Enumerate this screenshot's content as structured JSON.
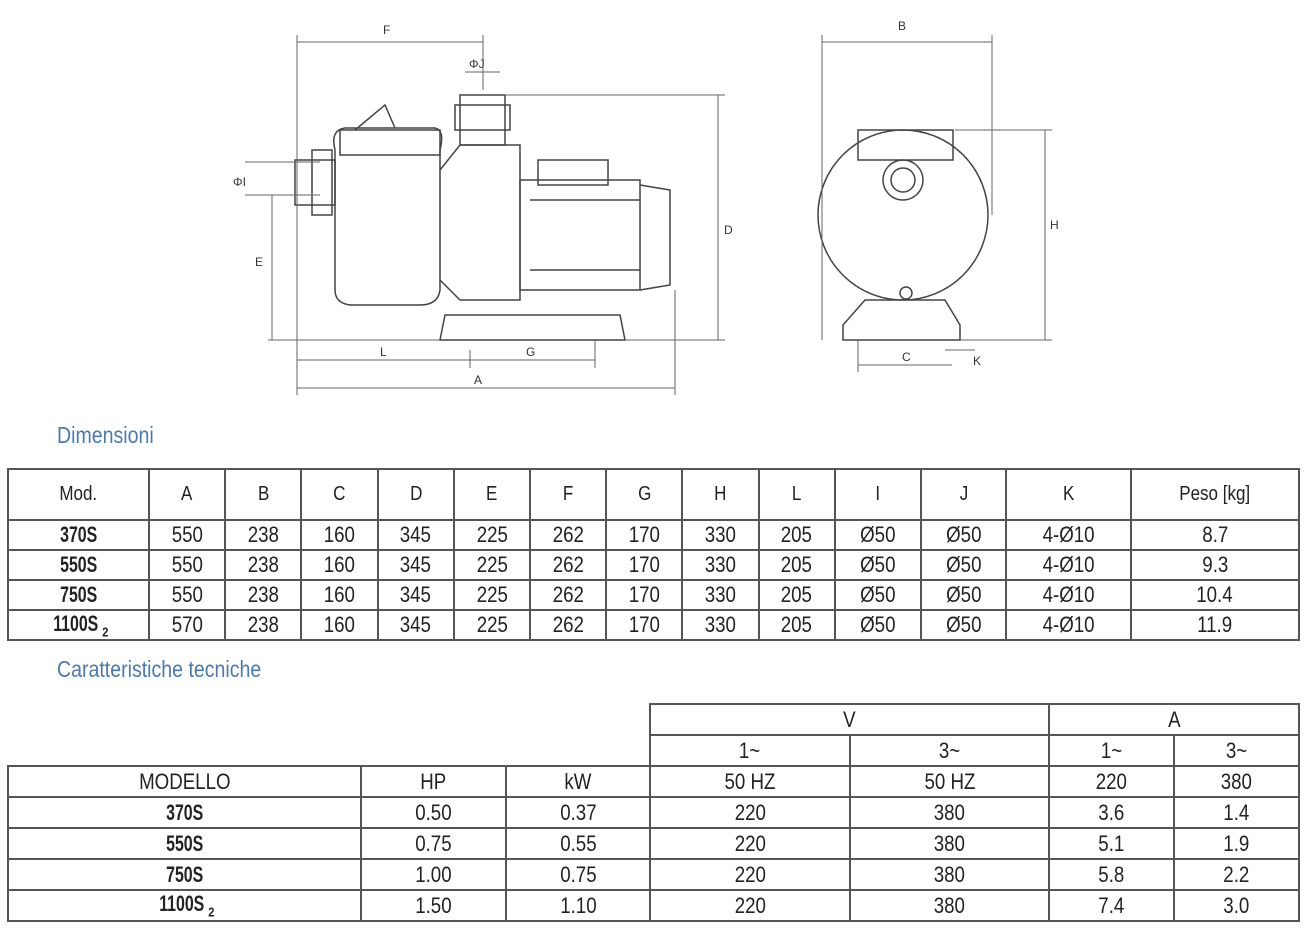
{
  "drawing": {
    "labels": {
      "F": "F",
      "J": "ΦJ",
      "I": "ΦI",
      "E": "E",
      "D": "D",
      "L": "L",
      "G": "G",
      "A": "A",
      "B": "B",
      "H": "H",
      "C": "C",
      "K": "K"
    }
  },
  "dimensions": {
    "title": "Dimensioni",
    "headers": [
      "Mod.",
      "A",
      "B",
      "C",
      "D",
      "E",
      "F",
      "G",
      "H",
      "L",
      "I",
      "J",
      "K",
      "Peso [kg]"
    ],
    "rows": [
      {
        "model": "370S",
        "sub": "",
        "values": [
          "550",
          "238",
          "160",
          "345",
          "225",
          "262",
          "170",
          "330",
          "205",
          "Ø50",
          "Ø50",
          "4-Ø10",
          "8.7"
        ]
      },
      {
        "model": "550S",
        "sub": "",
        "values": [
          "550",
          "238",
          "160",
          "345",
          "225",
          "262",
          "170",
          "330",
          "205",
          "Ø50",
          "Ø50",
          "4-Ø10",
          "9.3"
        ]
      },
      {
        "model": "750S",
        "sub": "",
        "values": [
          "550",
          "238",
          "160",
          "345",
          "225",
          "262",
          "170",
          "330",
          "205",
          "Ø50",
          "Ø50",
          "4-Ø10",
          "10.4"
        ]
      },
      {
        "model": "1100S",
        "sub": "2",
        "values": [
          "570",
          "238",
          "160",
          "345",
          "225",
          "262",
          "170",
          "330",
          "205",
          "Ø50",
          "Ø50",
          "4-Ø10",
          "11.9"
        ]
      }
    ]
  },
  "specs": {
    "title": "Caratteristiche tecniche",
    "group_headers": [
      "V",
      "A"
    ],
    "phase_headers": [
      "1~",
      "3~",
      "1~",
      "3~"
    ],
    "headers": [
      "MODELLO",
      "HP",
      "kW",
      "50 HZ",
      "50 HZ",
      "220",
      "380"
    ],
    "rows": [
      {
        "model": "370S",
        "sub": "",
        "values": [
          "0.50",
          "0.37",
          "220",
          "380",
          "3.6",
          "1.4"
        ]
      },
      {
        "model": "550S",
        "sub": "",
        "values": [
          "0.75",
          "0.55",
          "220",
          "380",
          "5.1",
          "1.9"
        ]
      },
      {
        "model": "750S",
        "sub": "",
        "values": [
          "1.00",
          "0.75",
          "220",
          "380",
          "5.8",
          "2.2"
        ]
      },
      {
        "model": "1100S",
        "sub": "2",
        "values": [
          "1.50",
          "1.10",
          "220",
          "380",
          "7.4",
          "3.0"
        ]
      }
    ]
  }
}
